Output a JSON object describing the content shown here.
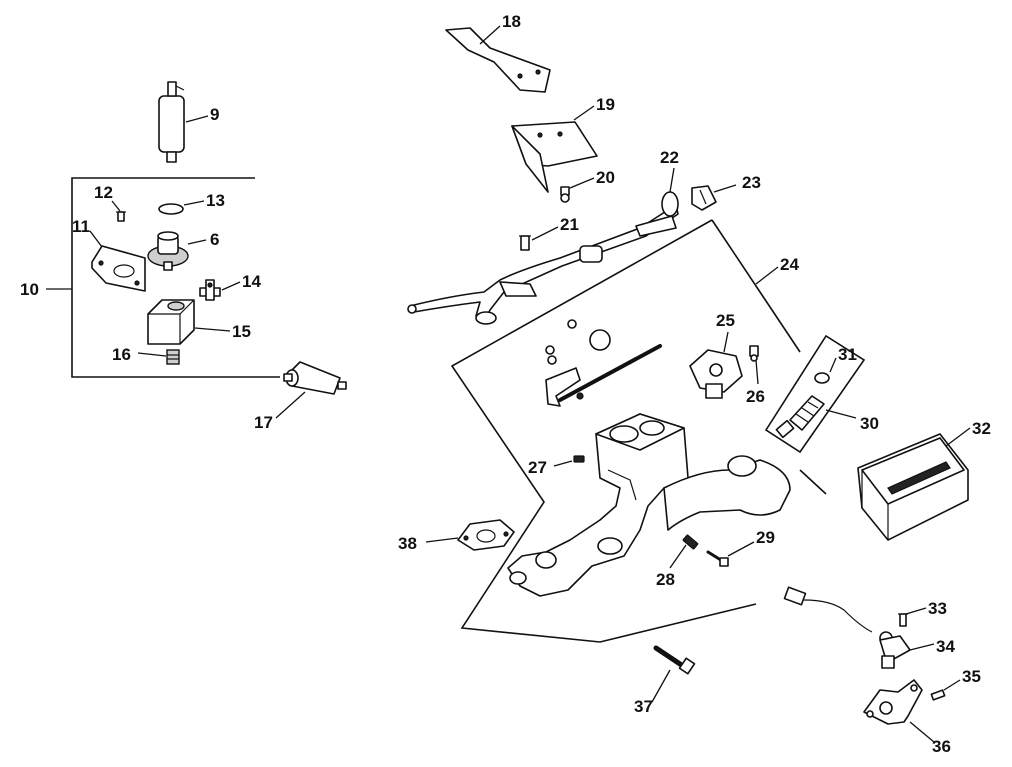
{
  "callouts": {
    "c6": "6",
    "c9": "9",
    "c10": "10",
    "c11": "11",
    "c12": "12",
    "c13": "13",
    "c14": "14",
    "c15": "15",
    "c16": "16",
    "c17": "17",
    "c18": "18",
    "c19": "19",
    "c20": "20",
    "c21": "21",
    "c22": "22",
    "c23": "23",
    "c24": "24",
    "c25": "25",
    "c26": "26",
    "c27": "27",
    "c28": "28",
    "c29": "29",
    "c30": "30",
    "c31": "31",
    "c32": "32",
    "c33": "33",
    "c34": "34",
    "c35": "35",
    "c36": "36",
    "c37": "37",
    "c38": "38"
  },
  "colors": {
    "ink": "#111111",
    "background": "#ffffff",
    "shade": "#cfcfcf"
  }
}
